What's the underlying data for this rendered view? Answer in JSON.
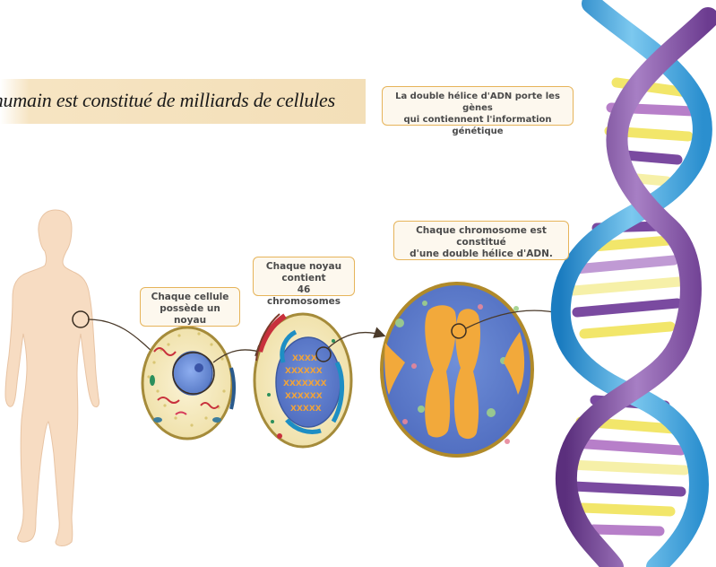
{
  "title": "s humain est constitué de milliards de cellules",
  "labels": {
    "dna": [
      "La double hélice d'ADN porte les gènes",
      "qui contiennent l'information génétique"
    ],
    "chromosome": [
      "Chaque chromosome est constitué",
      "d'une double hélice d'ADN."
    ],
    "noyau": [
      "Chaque noyau contient",
      "46 chromosomes"
    ],
    "cellule": [
      "Chaque cellule",
      "possède un noyau"
    ]
  },
  "colors": {
    "skin": "#f7dcc2",
    "label_border": "#e6b45a",
    "cell_fill": "#f4ecc8",
    "nucleus_blue": "#6c8fd6",
    "chromosome_orange": "#f2a93b",
    "helix_purple": "#8a5ba8",
    "helix_blue": "#3fa7dc",
    "arrow": "#4a3a2a"
  }
}
